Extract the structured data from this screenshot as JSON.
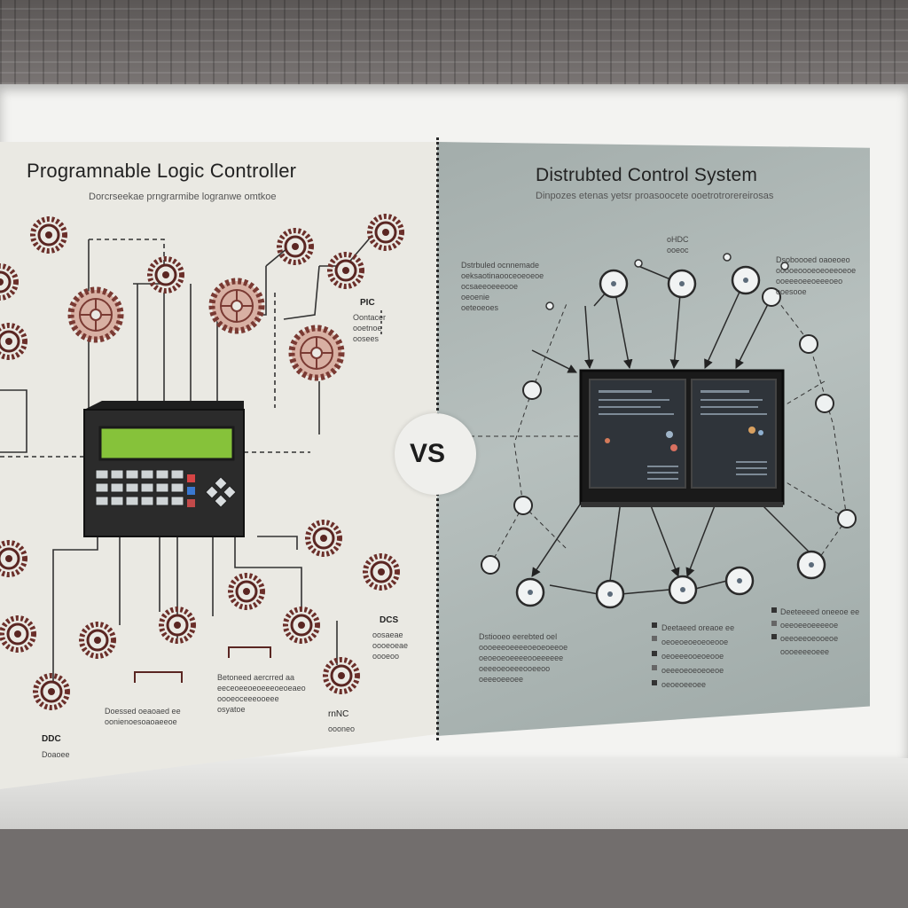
{
  "left_panel": {
    "title": "Programnable Logic Controller",
    "subtitle": "Dorcrseekae prngrarmibe logranwe omtkoe"
  },
  "right_panel": {
    "title": "Distrubted Control System",
    "subtitle": "Dinpozes etenas yetsr proasoocete ooetrotrorereirosas"
  },
  "center": {
    "vs_label": "VS"
  },
  "left_notes": {
    "plc_tag": "PIC",
    "plc_notes": [
      "Oontacer",
      "ooetnoe",
      "oosees"
    ],
    "dcs_tag": "DCS",
    "dcs_notes": [
      "oosaeae",
      "oooeoeae",
      "oooeoo"
    ],
    "bottom_center": [
      "Betoneed aercrred aa",
      "eeceoeeoeoeeeoeoeaeo",
      "oooeoceeeooeee",
      "osyatoe"
    ],
    "bottom_left": [
      "Doessed oeaoaed ee",
      "oonienoesoaoaeeoe"
    ],
    "ddc_tag": "DDC",
    "ddc_note": "Doaoee",
    "rnc_tag": "rnNC",
    "rnc_note": "oooneo"
  },
  "right_notes": {
    "left_block": [
      "Dstrbuled ocnnemade",
      "oeksaotinaooceoeoeoe",
      "ocsaeeoeeeooe",
      "oeoenie",
      "oeteoeoes"
    ],
    "top_label": [
      "oHDC",
      "ooeoc"
    ],
    "right_block": [
      "Dsoboooed oaoeoeo",
      "ooooeoooeoeoeeoeoe",
      "ooeeeoeeoeeeoeo",
      "ooesooe"
    ],
    "bottom_left": [
      "Dstiooeo eerebted oel",
      "oooeeeoeeeeoeoeoeeoe",
      "oeoeoeoeeeeooeeeeee",
      "oeeeoeoeeeooeeoo",
      "oeeeoeeoee"
    ],
    "bottom_mid": [
      "Deetaeed oreaoe ee",
      "oeoeoeoeoeoeooe",
      "oeoeeeooeoeooe",
      "oeeeoeoeoeoeoe",
      "oeoeoeeoee"
    ],
    "bottom_right": [
      "Deeteeeed oneeoe ee",
      "oeeoeeoeeeeoe",
      "oeeoeeoeooeoe",
      "oooeeeeoeee"
    ]
  },
  "colors": {
    "gear": "#6b2f2a",
    "gear_fill": "#d9b3a7",
    "plc_screen": "#86c23a",
    "plc_body": "#2a2a2a",
    "dcs_screen": "#2a2e33",
    "node": "#f0f2f2"
  },
  "icons": [
    "gear-icon",
    "node-icon",
    "plc-device-icon",
    "dcs-monitor-icon"
  ]
}
